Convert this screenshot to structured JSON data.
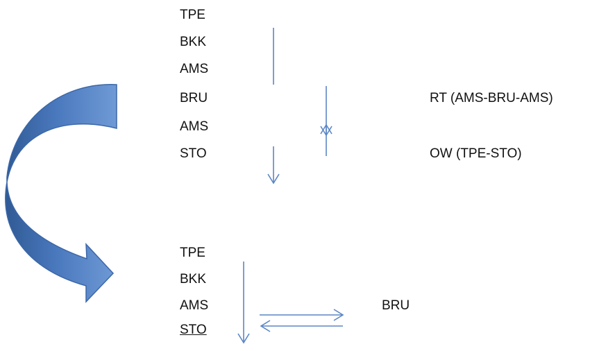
{
  "upper_route": [
    "TPE",
    "BKK",
    "AMS",
    "BRU",
    "AMS",
    "STO"
  ],
  "upper_notes": {
    "round_trip": "RT  (AMS-BRU-AMS)",
    "one_way": "OW  (TPE-STO)"
  },
  "lower_route": [
    "TPE",
    "BKK",
    "AMS",
    "STO"
  ],
  "lower_side": "BRU",
  "colors": {
    "arrow_line": "#5b86c4",
    "curved_arrow_fill": "#4a78bd",
    "curved_arrow_dark": "#2f5a94",
    "curved_arrow_light": "#6f9ad6",
    "text": "#111111"
  },
  "icons": {
    "big_arrow": "curved-arrow-icon",
    "thin_arrows": "thin-arrow-icon"
  }
}
